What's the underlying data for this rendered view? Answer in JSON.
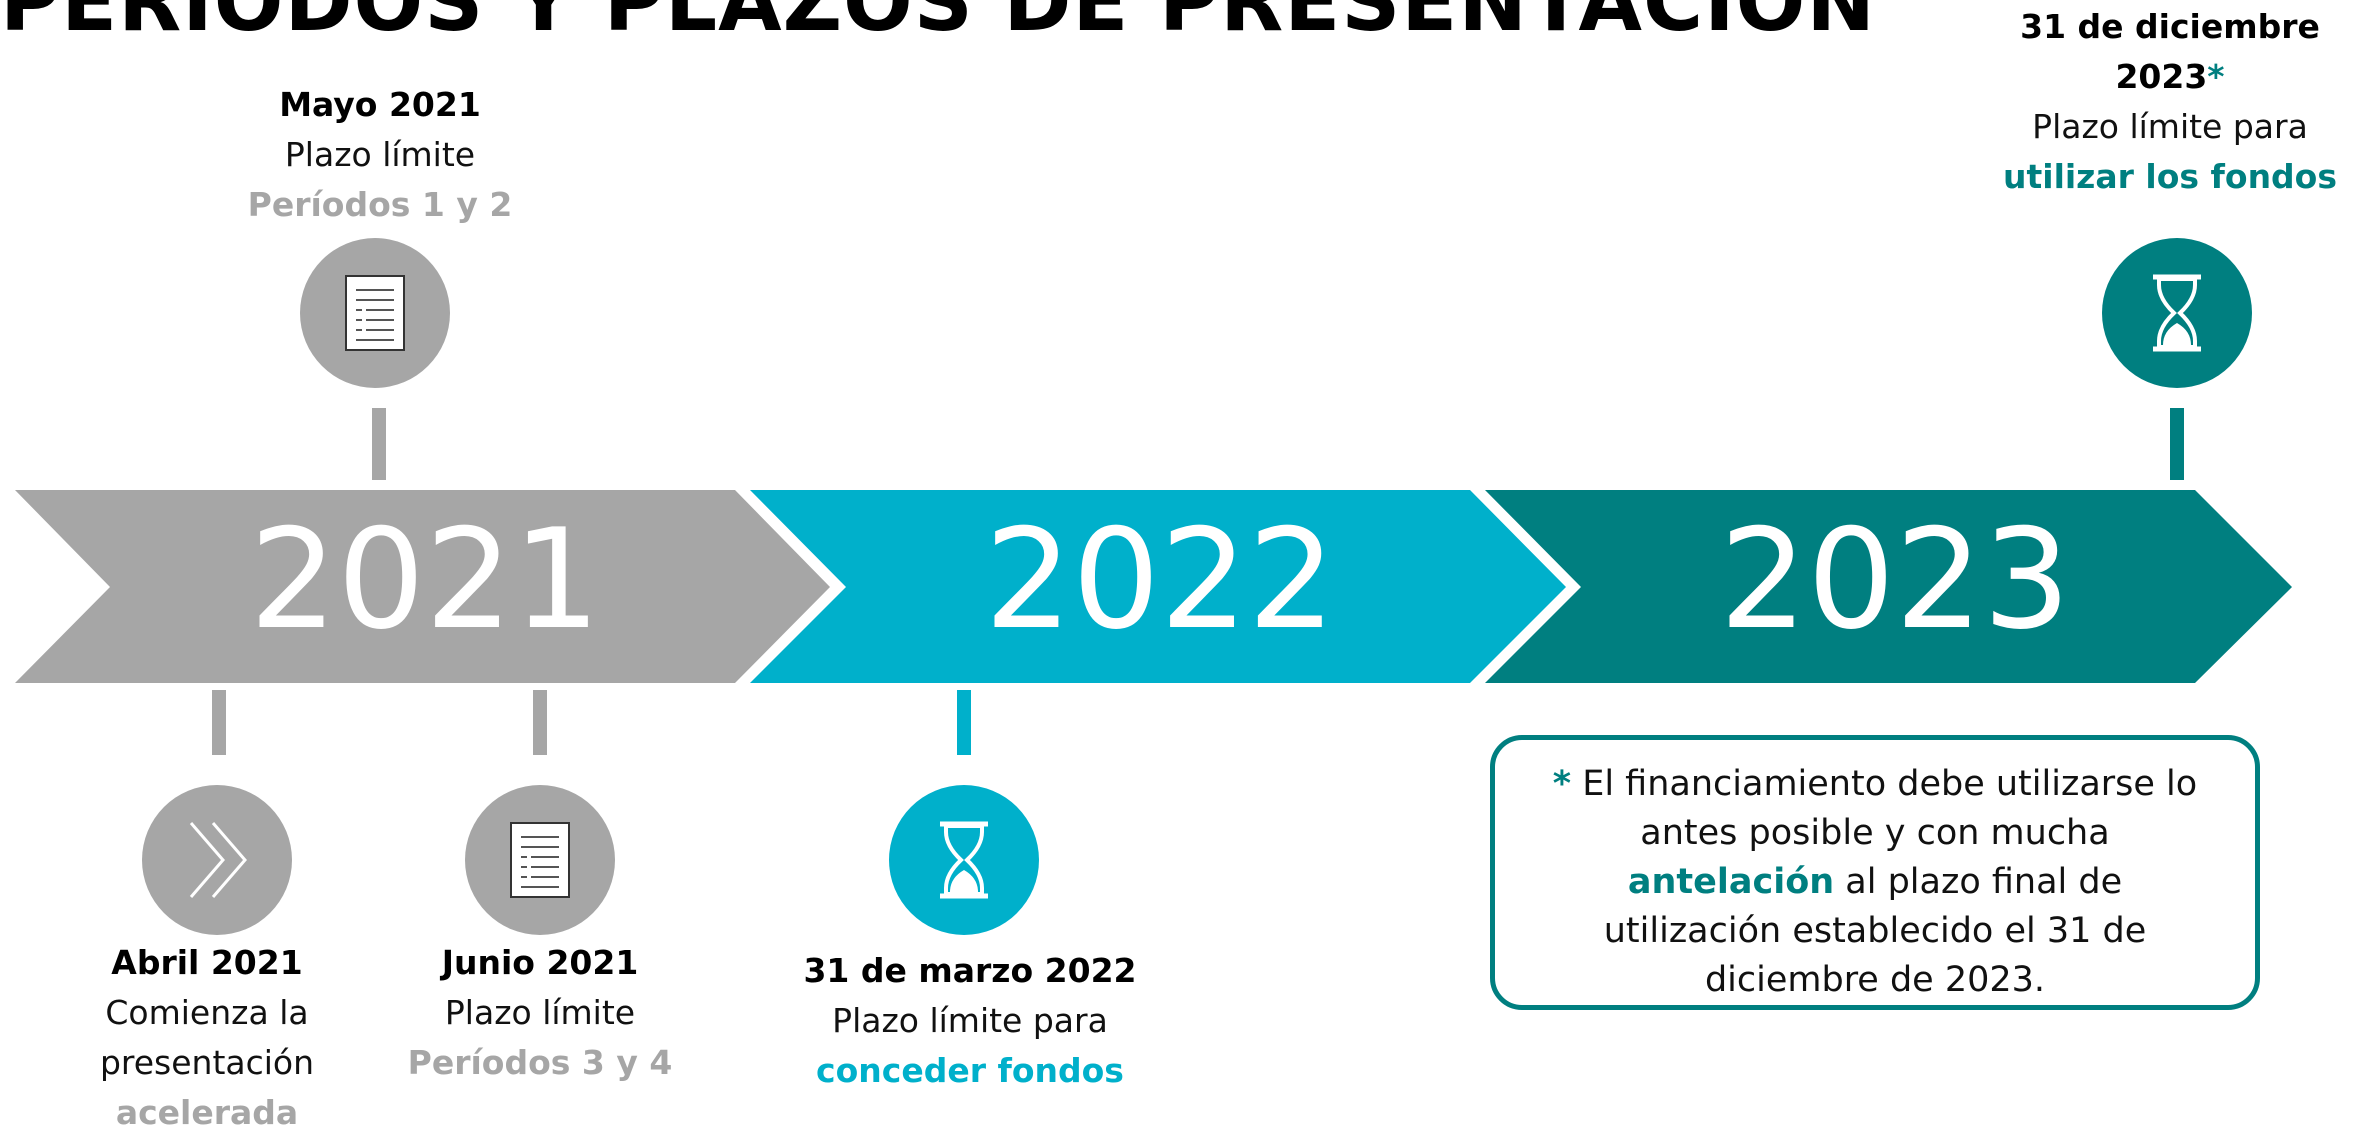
{
  "title": "PERIODOS Y PLAZOS DE PRESENTACIÓN",
  "colors": {
    "gray": "#a6a6a6",
    "cyan": "#00b0cb",
    "teal": "#007f80"
  },
  "years": [
    "2021",
    "2022",
    "2023"
  ],
  "milestones": {
    "mayo_2021": {
      "date": "Mayo 2021",
      "line": "Plazo límite",
      "highlight": "Períodos 1 y 2",
      "icon": "document-icon"
    },
    "abril_2021": {
      "date": "Abril 2021",
      "line1": "Comienza la",
      "line2": "presentación",
      "highlight": "acelerada",
      "icon": "double-chevron-right-icon"
    },
    "junio_2021": {
      "date": "Junio 2021",
      "line": "Plazo límite",
      "highlight": "Períodos 3 y 4",
      "icon": "document-icon"
    },
    "marzo_2022": {
      "date": "31 de marzo 2022",
      "line": "Plazo límite para",
      "highlight": "conceder fondos",
      "icon": "hourglass-icon"
    },
    "diciembre_2023": {
      "date_line1": "31 de diciembre",
      "date_line2": "2023",
      "asterisk": "*",
      "line": "Plazo límite para",
      "highlight": "utilizar los fondos",
      "icon": "hourglass-icon"
    }
  },
  "note": {
    "asterisk": "*",
    "text_before": " El financiamiento debe utilizarse lo antes posible y con mucha ",
    "emphasis": "antelación",
    "text_after": " al plazo final de utilización establecido el 31 de diciembre de 2023."
  }
}
